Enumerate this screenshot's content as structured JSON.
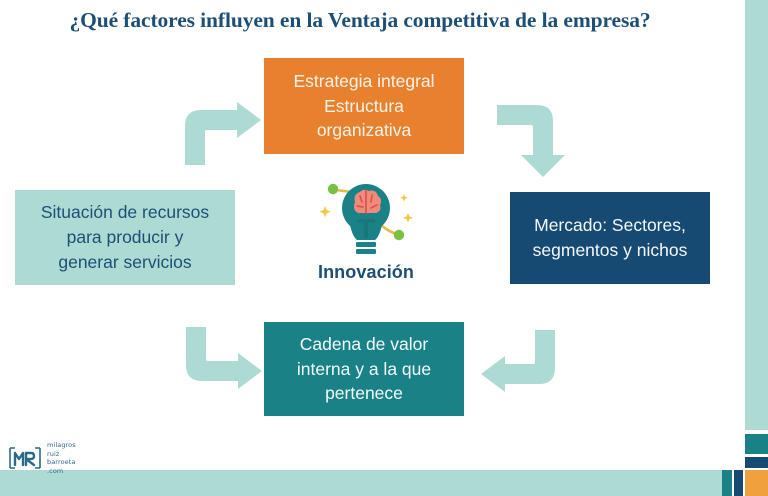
{
  "slide": {
    "title": "¿Qué factores influyen en la Ventaja competitiva de la empresa?",
    "background_color": "#ffffff"
  },
  "diagram": {
    "type": "cycle",
    "center": {
      "icon": "lightbulb-brain-innovation-icon",
      "label": "Innovación",
      "label_color": "#1d4f76",
      "icon_colors": {
        "bulb": "#1a8186",
        "brain": "#f08a7d",
        "nodes": "#7ac143",
        "wires": "#e8b84b",
        "sparkle": "#f2c744"
      }
    },
    "nodes": [
      {
        "id": "estrategia",
        "text": "Estrategia integral\nEstructura\norganizativa",
        "background": "#e8812e",
        "text_color": "#fdf3ea",
        "position": "top"
      },
      {
        "id": "recursos",
        "text": "Situación de recursos\npara producir y\ngenerar servicios",
        "background": "#addbd4",
        "text_color": "#1d4f76",
        "position": "left"
      },
      {
        "id": "mercado",
        "text": "Mercado: Sectores,\nsegmentos y nichos",
        "background": "#174a72",
        "text_color": "#f4f8fb",
        "position": "right"
      },
      {
        "id": "cadena",
        "text": "Cadena de valor\ninterna  y a la que\npertenece",
        "background": "#1a8186",
        "text_color": "#f2fafa",
        "position": "bottom"
      }
    ],
    "arrows": [
      {
        "id": "arrow-left-to-top",
        "direction": "right",
        "color": "#addbd4"
      },
      {
        "id": "arrow-top-to-right",
        "direction": "down",
        "color": "#addbd4"
      },
      {
        "id": "arrow-left-to-bottom",
        "direction": "right",
        "color": "#addbd4"
      },
      {
        "id": "arrow-right-to-bottom",
        "direction": "left",
        "color": "#addbd4"
      }
    ]
  },
  "branding": {
    "logo_monogram": "MR",
    "logo_line1": "milagros",
    "logo_line2": "ruiz",
    "logo_line3": "barroeta",
    "logo_line4": ".com",
    "logo_color": "#2b6a86"
  },
  "decoration": {
    "right_bar_color": "#addbd4",
    "bottom_strip_color": "#addbd4",
    "accent_teal_dark": "#1a8186",
    "accent_navy": "#174a72",
    "accent_orange": "#f0a03c",
    "accent_teal_light": "#addbd4"
  }
}
